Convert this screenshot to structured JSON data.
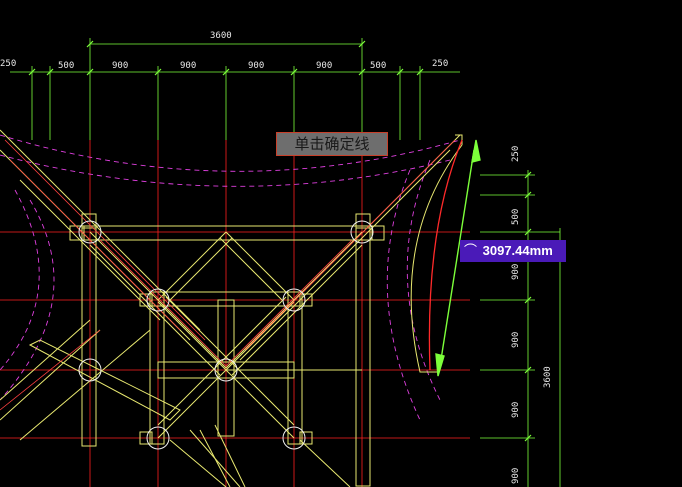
{
  "prompt": {
    "text": "单击确定线"
  },
  "measurement": {
    "symbol": "⌒",
    "value": "3097.44mm"
  },
  "dimensions": {
    "top_total": "3600",
    "top": [
      "250",
      "500",
      "900",
      "900",
      "900",
      "900",
      "500",
      "250"
    ],
    "right": [
      "250",
      "500",
      "900",
      "900",
      "900",
      "900"
    ],
    "right_total": "3600"
  },
  "colors": {
    "background": "#000000",
    "dimension": "#7cff3a",
    "axis": "#ff2020",
    "structure": "#e8e870",
    "dashed": "#e040e0",
    "arc": "#ff2a2a",
    "tooltip": "#4a1ab8"
  }
}
